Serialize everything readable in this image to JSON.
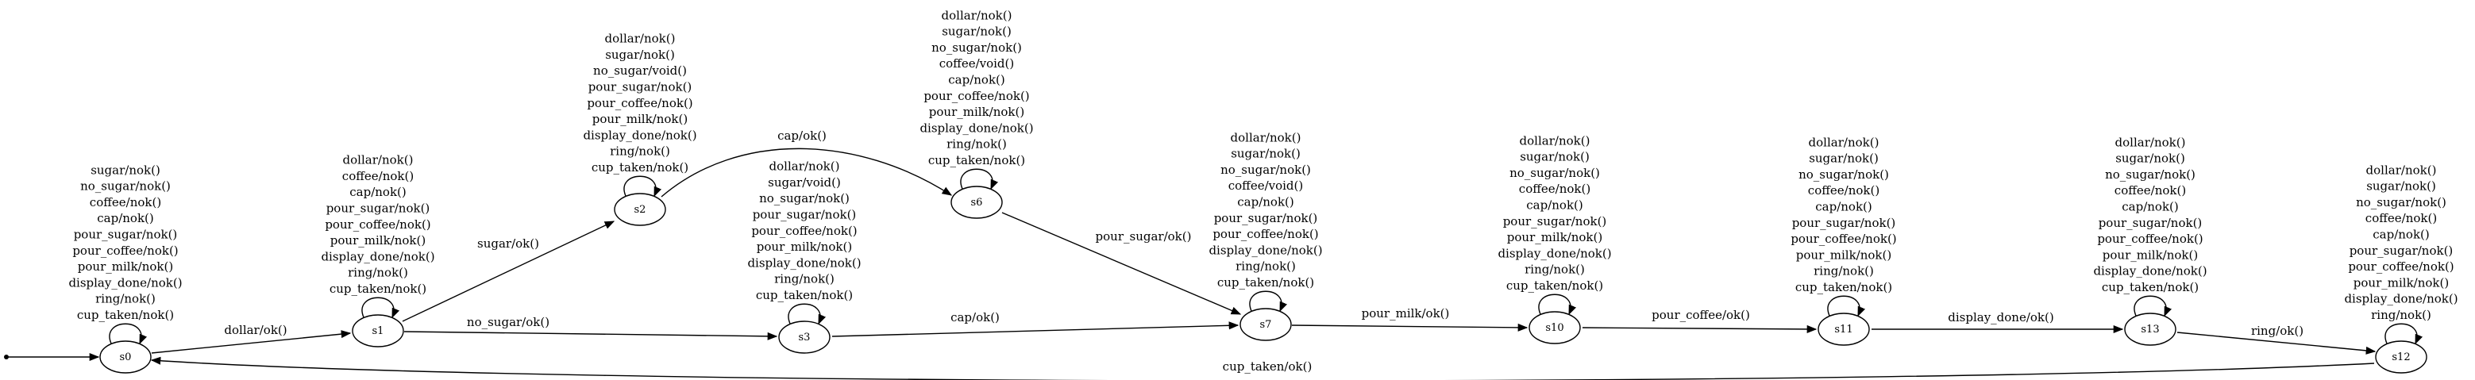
{
  "states": [
    {
      "id": "s0",
      "label": "s0",
      "self_loop": [
        "sugar/nok()",
        "no_sugar/nok()",
        "coffee/nok()",
        "cap/nok()",
        "pour_sugar/nok()",
        "pour_coffee/nok()",
        "pour_milk/nok()",
        "display_done/nok()",
        "ring/nok()",
        "cup_taken/nok()"
      ]
    },
    {
      "id": "s1",
      "label": "s1",
      "self_loop": [
        "dollar/nok()",
        "coffee/nok()",
        "cap/nok()",
        "pour_sugar/nok()",
        "pour_coffee/nok()",
        "pour_milk/nok()",
        "display_done/nok()",
        "ring/nok()",
        "cup_taken/nok()"
      ]
    },
    {
      "id": "s2",
      "label": "s2",
      "self_loop": [
        "dollar/nok()",
        "sugar/nok()",
        "no_sugar/void()",
        "pour_sugar/nok()",
        "pour_coffee/nok()",
        "pour_milk/nok()",
        "display_done/nok()",
        "ring/nok()",
        "cup_taken/nok()"
      ]
    },
    {
      "id": "s3",
      "label": "s3",
      "self_loop": [
        "dollar/nok()",
        "sugar/void()",
        "no_sugar/nok()",
        "pour_sugar/nok()",
        "pour_coffee/nok()",
        "pour_milk/nok()",
        "display_done/nok()",
        "ring/nok()",
        "cup_taken/nok()"
      ]
    },
    {
      "id": "s6",
      "label": "s6",
      "self_loop": [
        "dollar/nok()",
        "sugar/nok()",
        "no_sugar/nok()",
        "coffee/void()",
        "cap/nok()",
        "pour_coffee/nok()",
        "pour_milk/nok()",
        "display_done/nok()",
        "ring/nok()",
        "cup_taken/nok()"
      ]
    },
    {
      "id": "s7",
      "label": "s7",
      "self_loop": [
        "dollar/nok()",
        "sugar/nok()",
        "no_sugar/nok()",
        "coffee/void()",
        "cap/nok()",
        "pour_sugar/nok()",
        "pour_coffee/nok()",
        "display_done/nok()",
        "ring/nok()",
        "cup_taken/nok()"
      ]
    },
    {
      "id": "s10",
      "label": "s10",
      "self_loop": [
        "dollar/nok()",
        "sugar/nok()",
        "no_sugar/nok()",
        "coffee/nok()",
        "cap/nok()",
        "pour_sugar/nok()",
        "pour_milk/nok()",
        "display_done/nok()",
        "ring/nok()",
        "cup_taken/nok()"
      ]
    },
    {
      "id": "s11",
      "label": "s11",
      "self_loop": [
        "dollar/nok()",
        "sugar/nok()",
        "no_sugar/nok()",
        "coffee/nok()",
        "cap/nok()",
        "pour_sugar/nok()",
        "pour_coffee/nok()",
        "pour_milk/nok()",
        "ring/nok()",
        "cup_taken/nok()"
      ]
    },
    {
      "id": "s13",
      "label": "s13",
      "self_loop": [
        "dollar/nok()",
        "sugar/nok()",
        "no_sugar/nok()",
        "coffee/nok()",
        "cap/nok()",
        "pour_sugar/nok()",
        "pour_coffee/nok()",
        "pour_milk/nok()",
        "display_done/nok()",
        "cup_taken/nok()"
      ]
    },
    {
      "id": "s12",
      "label": "s12",
      "self_loop": [
        "dollar/nok()",
        "sugar/nok()",
        "no_sugar/nok()",
        "coffee/nok()",
        "cap/nok()",
        "pour_sugar/nok()",
        "pour_coffee/nok()",
        "pour_milk/nok()",
        "display_done/nok()",
        "ring/nok()"
      ]
    }
  ],
  "transitions": [
    {
      "from": "s0",
      "to": "s1",
      "label": "dollar/ok()"
    },
    {
      "from": "s1",
      "to": "s2",
      "label": "sugar/ok()"
    },
    {
      "from": "s1",
      "to": "s3",
      "label": "no_sugar/ok()"
    },
    {
      "from": "s2",
      "to": "s6",
      "label": "cap/ok()"
    },
    {
      "from": "s3",
      "to": "s7",
      "label": "cap/ok()"
    },
    {
      "from": "s6",
      "to": "s7",
      "label": "pour_sugar/ok()"
    },
    {
      "from": "s7",
      "to": "s10",
      "label": "pour_milk/ok()"
    },
    {
      "from": "s10",
      "to": "s11",
      "label": "pour_coffee/ok()"
    },
    {
      "from": "s11",
      "to": "s13",
      "label": "display_done/ok()"
    },
    {
      "from": "s13",
      "to": "s12",
      "label": "ring/ok()"
    },
    {
      "from": "s12",
      "to": "s0",
      "label": "cup_taken/ok()"
    }
  ]
}
